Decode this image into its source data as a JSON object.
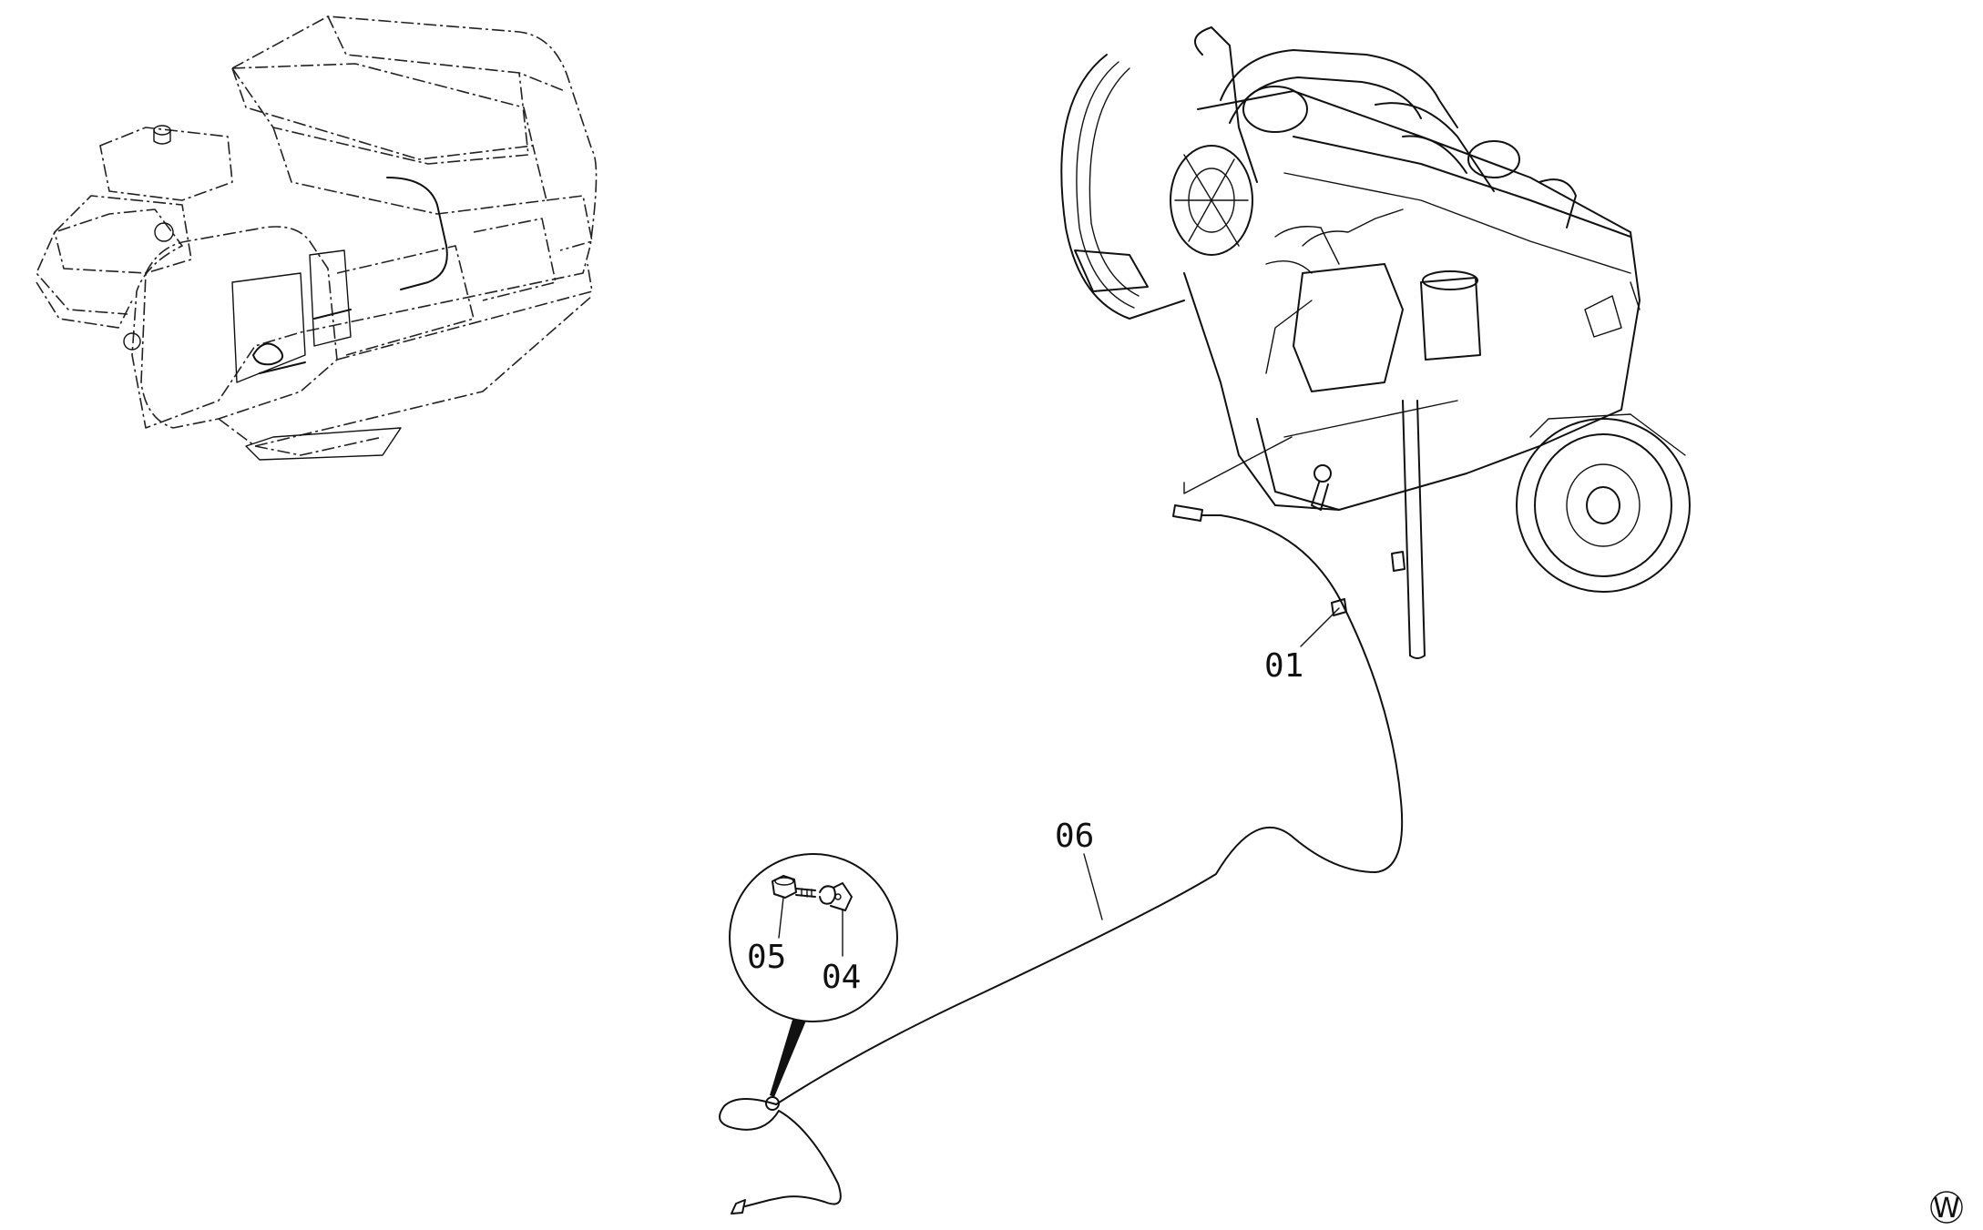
{
  "callouts": {
    "p01": "01",
    "p06": "06",
    "p05": "05",
    "p04": "04"
  },
  "corner_mark": "W"
}
